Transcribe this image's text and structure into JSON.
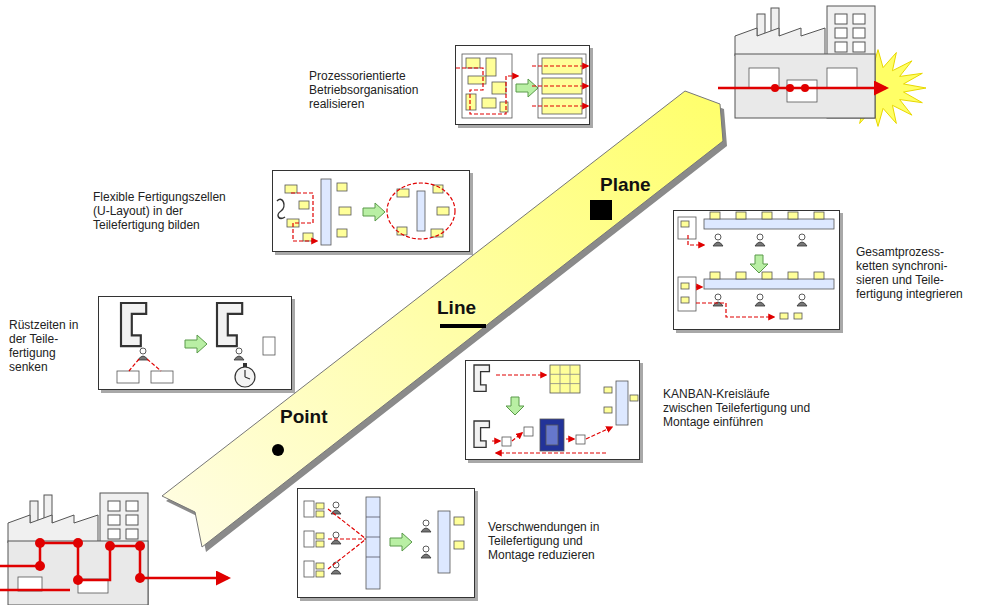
{
  "diagram": {
    "nodes": [
      {
        "text": [
          "Point",
          "Line",
          "Plane"
        ]
      },
      {
        "text": [
          "Prozessorientierte Betriebsorganisation realisieren"
        ]
      },
      {
        "text": [
          "Flexible Fertigungszellen (U-Layout) in der Teilefertigung bilden"
        ]
      },
      {
        "text": [
          "Gesamtprozess- ketten synchroni- sieren und Teile- fertigung integrieren"
        ]
      },
      {
        "text": [
          "Rüstzeiten in der Teile- fertigung senken"
        ]
      },
      {
        "text": [
          "KANBAN-Kreisläufe zwischen Teilefertigung und Montage einführen"
        ]
      },
      {
        "text": [
          "Verschwendungen in Teilefertigung und Montage reduzieren"
        ]
      }
    ]
  }
}
